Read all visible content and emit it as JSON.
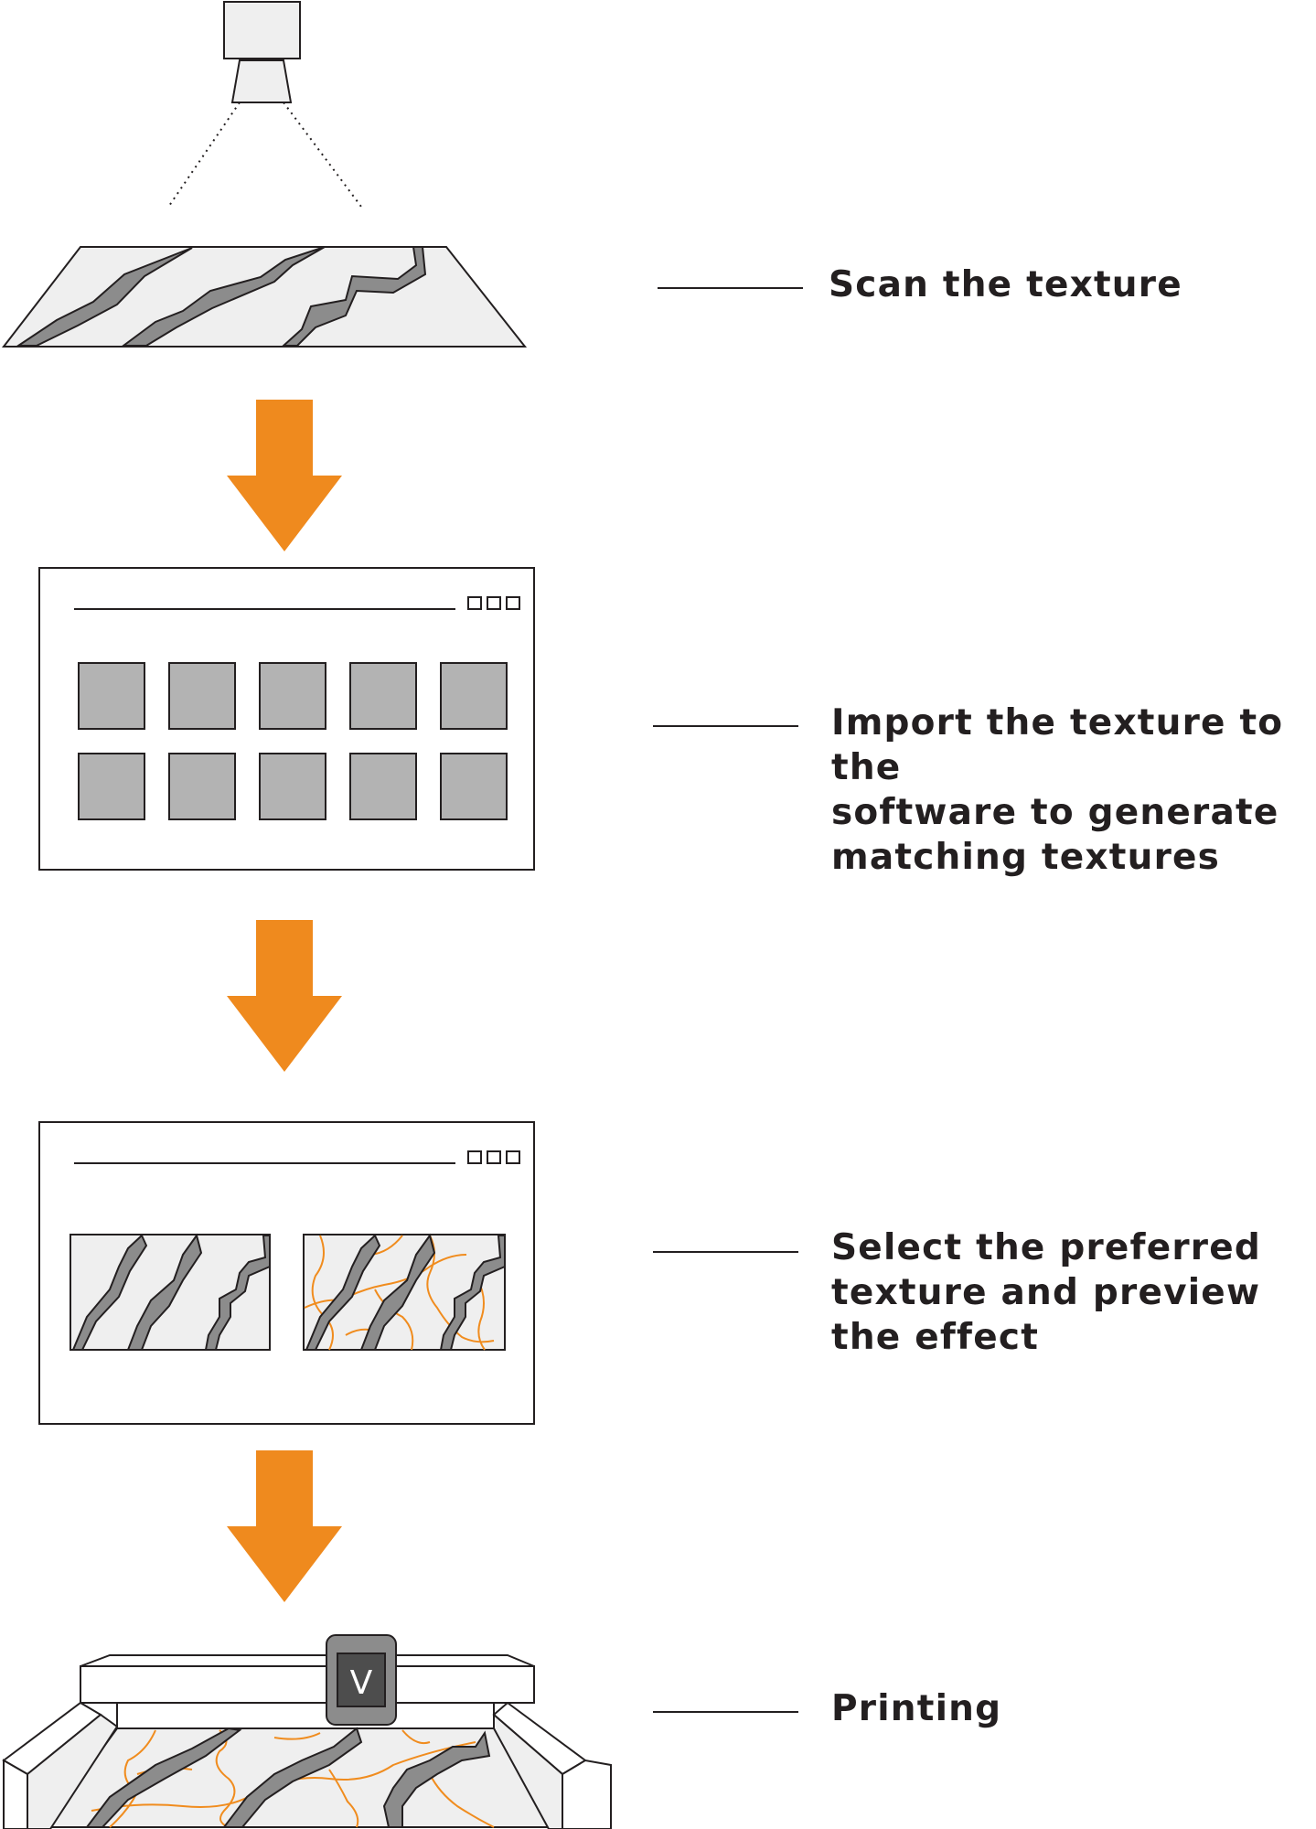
{
  "steps": [
    {
      "label": "Scan the texture"
    },
    {
      "label": "Import the texture to the\nsoftware to generate\nmatching textures"
    },
    {
      "label": "Select the preferred\ntexture and preview\nthe effect"
    },
    {
      "label": "Printing"
    }
  ],
  "printer": {
    "logo_letter": "V"
  },
  "colors": {
    "arrow": "#ef8a1e",
    "outline": "#231f20",
    "panel_gray": "#b3b3b3",
    "vein_gray": "#8c8c8c",
    "surface": "#efefef",
    "printed_line": "#f08c1e"
  }
}
